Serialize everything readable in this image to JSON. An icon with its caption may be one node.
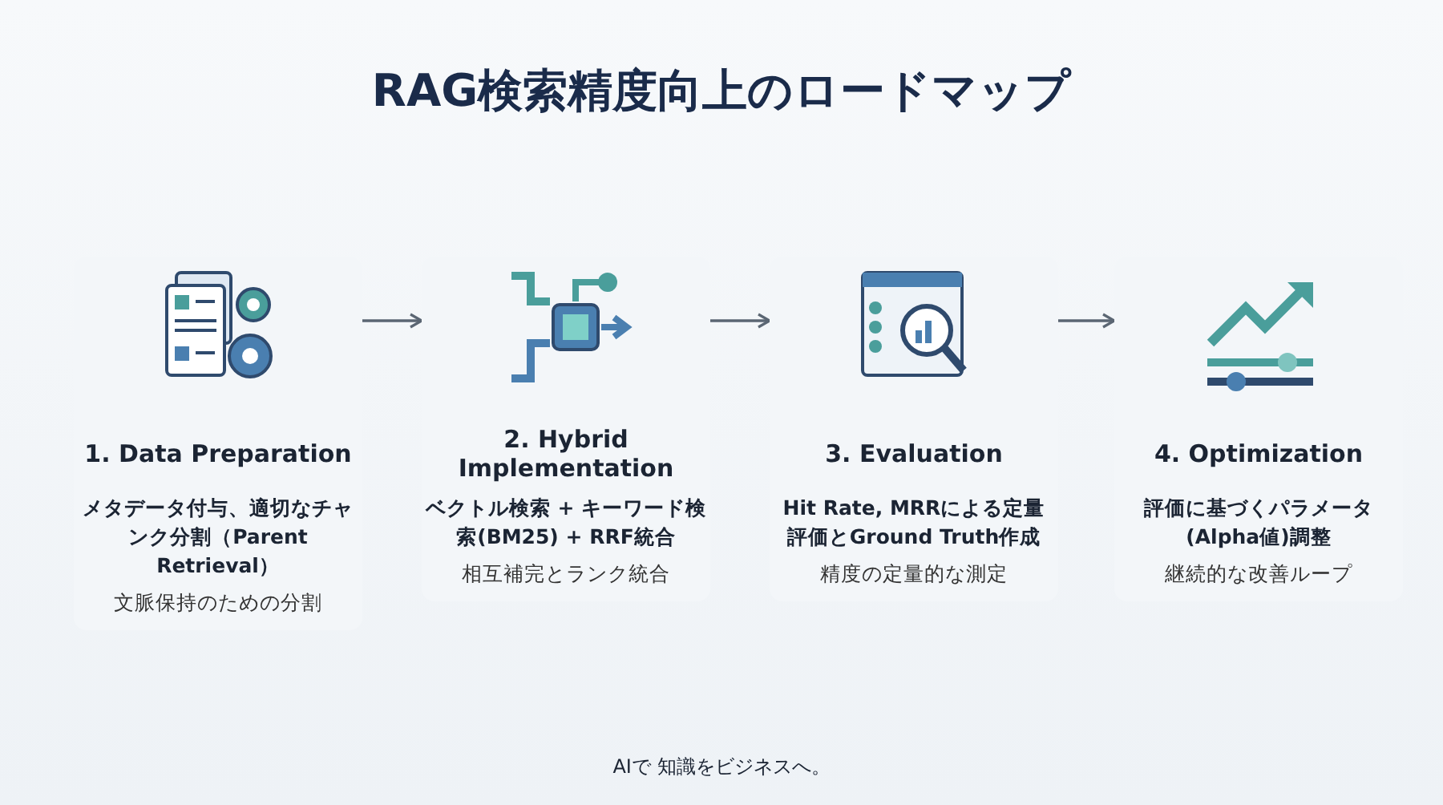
{
  "diagram": {
    "title": "RAG検索精度向上のロードマップ",
    "nodes": [
      {
        "text": [
          "1. Data Preparation",
          "メタデータ付与、適切なチャンク分割（Parent Retrieval）",
          "文脈保持のための分割"
        ]
      },
      {
        "text": [
          "2. Hybrid Implementation",
          "ベクトル検索 + キーワード検索(BM25) + RRF統合",
          "相互補完とランク統合"
        ]
      },
      {
        "text": [
          "3. Evaluation",
          "Hit Rate, MRRによる定量評価とGround Truth作成",
          "精度の定量的な測定"
        ]
      },
      {
        "text": [
          "4. Optimization",
          "評価に基づくパラメータ(Alpha値)調整",
          "継続的な改善ループ"
        ]
      }
    ],
    "edges": [
      {
        "from": 0,
        "to": 1,
        "arrow": "to"
      },
      {
        "from": 1,
        "to": 2,
        "arrow": "to"
      },
      {
        "from": 2,
        "to": 3,
        "arrow": "to"
      }
    ],
    "labels": [
      "AIで 知識をビジネスへ。"
    ]
  }
}
